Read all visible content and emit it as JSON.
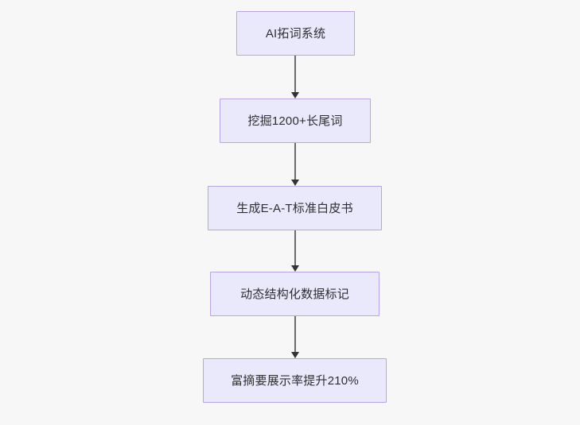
{
  "diagram": {
    "type": "flowchart",
    "direction": "top-to-bottom",
    "background_color": "#f7f7f7",
    "node_fill_color": "#eae9fb",
    "node_border_color": "#b9a6e0",
    "node_text_color": "#2f2f33",
    "edge_color": "#6c6c6c",
    "arrowhead_color": "#333333",
    "nodes": [
      {
        "id": "node-0",
        "label": "AI拓词系统"
      },
      {
        "id": "node-1",
        "label": "挖掘1200+长尾词"
      },
      {
        "id": "node-2",
        "label": "生成E-A-T标准白皮书"
      },
      {
        "id": "node-3",
        "label": "动态结构化数据标记"
      },
      {
        "id": "node-4",
        "label": "富摘要展示率提升210%"
      }
    ],
    "edges": [
      {
        "id": "edge-0",
        "from": "node-0",
        "to": "node-1",
        "label": ""
      },
      {
        "id": "edge-1",
        "from": "node-1",
        "to": "node-2",
        "label": ""
      },
      {
        "id": "edge-2",
        "from": "node-2",
        "to": "node-3",
        "label": ""
      },
      {
        "id": "edge-3",
        "from": "node-3",
        "to": "node-4",
        "label": ""
      }
    ]
  }
}
